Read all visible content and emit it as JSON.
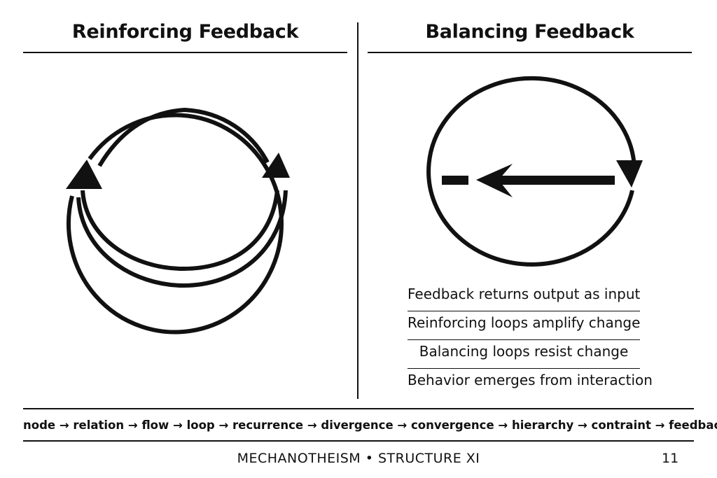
{
  "panels": {
    "left": {
      "title": "Reinforcing Feedback",
      "diagram": "reinforcing-loop-icon"
    },
    "right": {
      "title": "Balancing Feedback",
      "diagram": "balancing-loop-icon"
    }
  },
  "notes": [
    "Feedback returns output as input",
    "Reinforcing loops amplify change",
    "Balancing loops resist change",
    "Behavior emerges from interaction"
  ],
  "flow": "node → relation → flow → loop → recurrence → divergence → convergence → hierarchy → contraint → feedback",
  "footer": {
    "series": "MECHANOTHEISM • STRUCTURE XI",
    "page": "11"
  },
  "colors": {
    "ink": "#111111",
    "background": "#ffffff"
  }
}
